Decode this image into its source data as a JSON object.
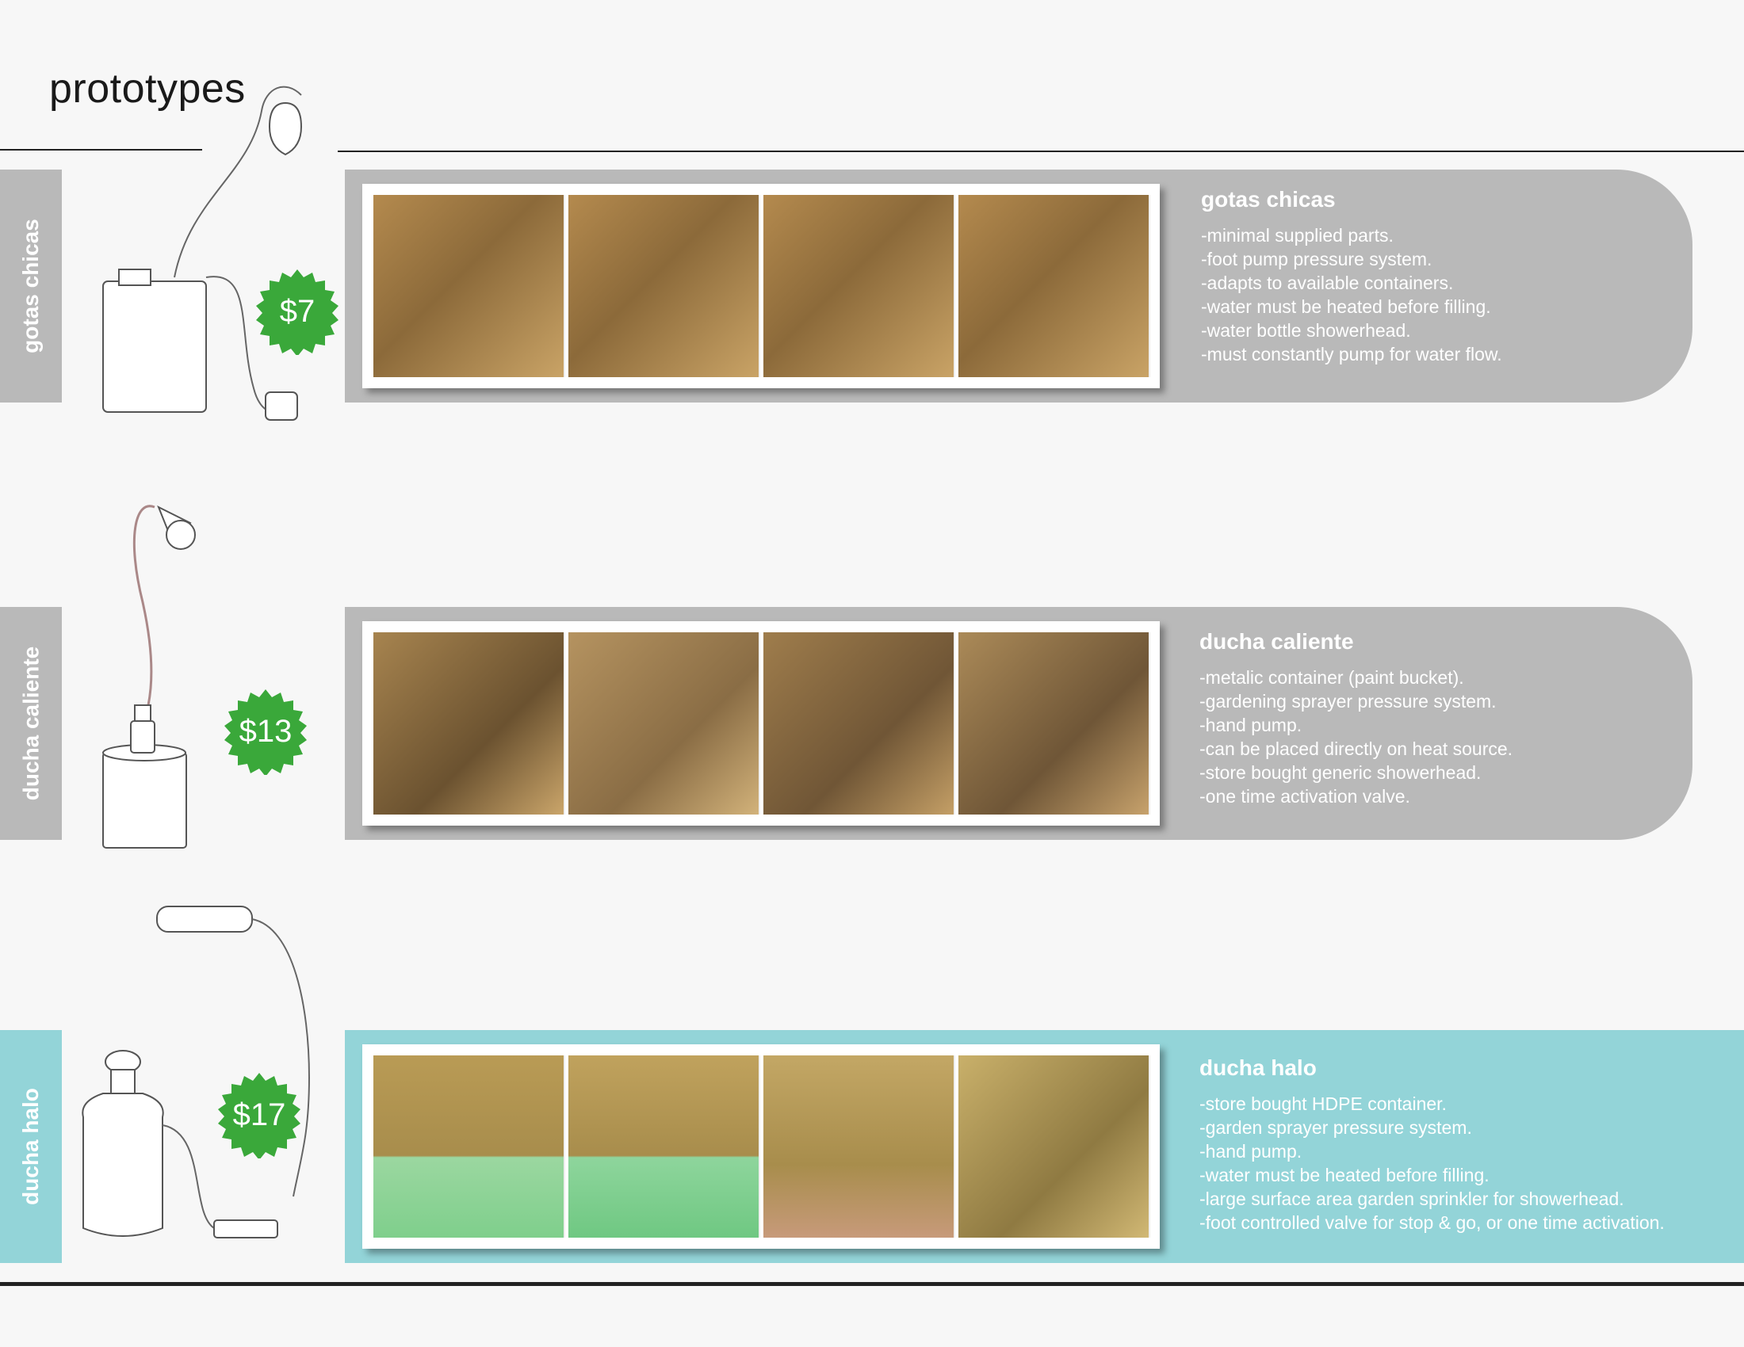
{
  "page": {
    "title": "prototypes"
  },
  "prototypes": [
    {
      "name": "gotas chicas",
      "tab_color": "#b9b9b9",
      "price": "$7",
      "title": "gotas chicas",
      "features": [
        "-minimal supplied parts.",
        "-foot pump pressure system.",
        "-adapts to available containers.",
        "-water must be heated before filling.",
        "-water bottle showerhead.",
        "-must constantly pump for water flow."
      ]
    },
    {
      "name": "ducha caliente",
      "tab_color": "#b9b9b9",
      "price": "$13",
      "title": "ducha caliente",
      "features": [
        "-metalic container (paint bucket).",
        "-gardening sprayer pressure system.",
        "-hand pump.",
        "-can be placed directly on heat source.",
        "-store bought generic showerhead.",
        "-one time activation valve."
      ]
    },
    {
      "name": "ducha halo",
      "tab_color": "#93d4d8",
      "price": "$17",
      "title": "ducha halo",
      "features": [
        "-store bought HDPE container.",
        "-garden sprayer pressure system.",
        "-hand pump.",
        "-water must be heated before filling.",
        "-large surface area garden sprinkler for showerhead.",
        "-foot controlled valve for stop & go, or one time activation."
      ]
    }
  ],
  "colors": {
    "badge_green": "#3aa83a",
    "gray_band": "#b9b9b9",
    "teal_band": "#93d4d8"
  }
}
